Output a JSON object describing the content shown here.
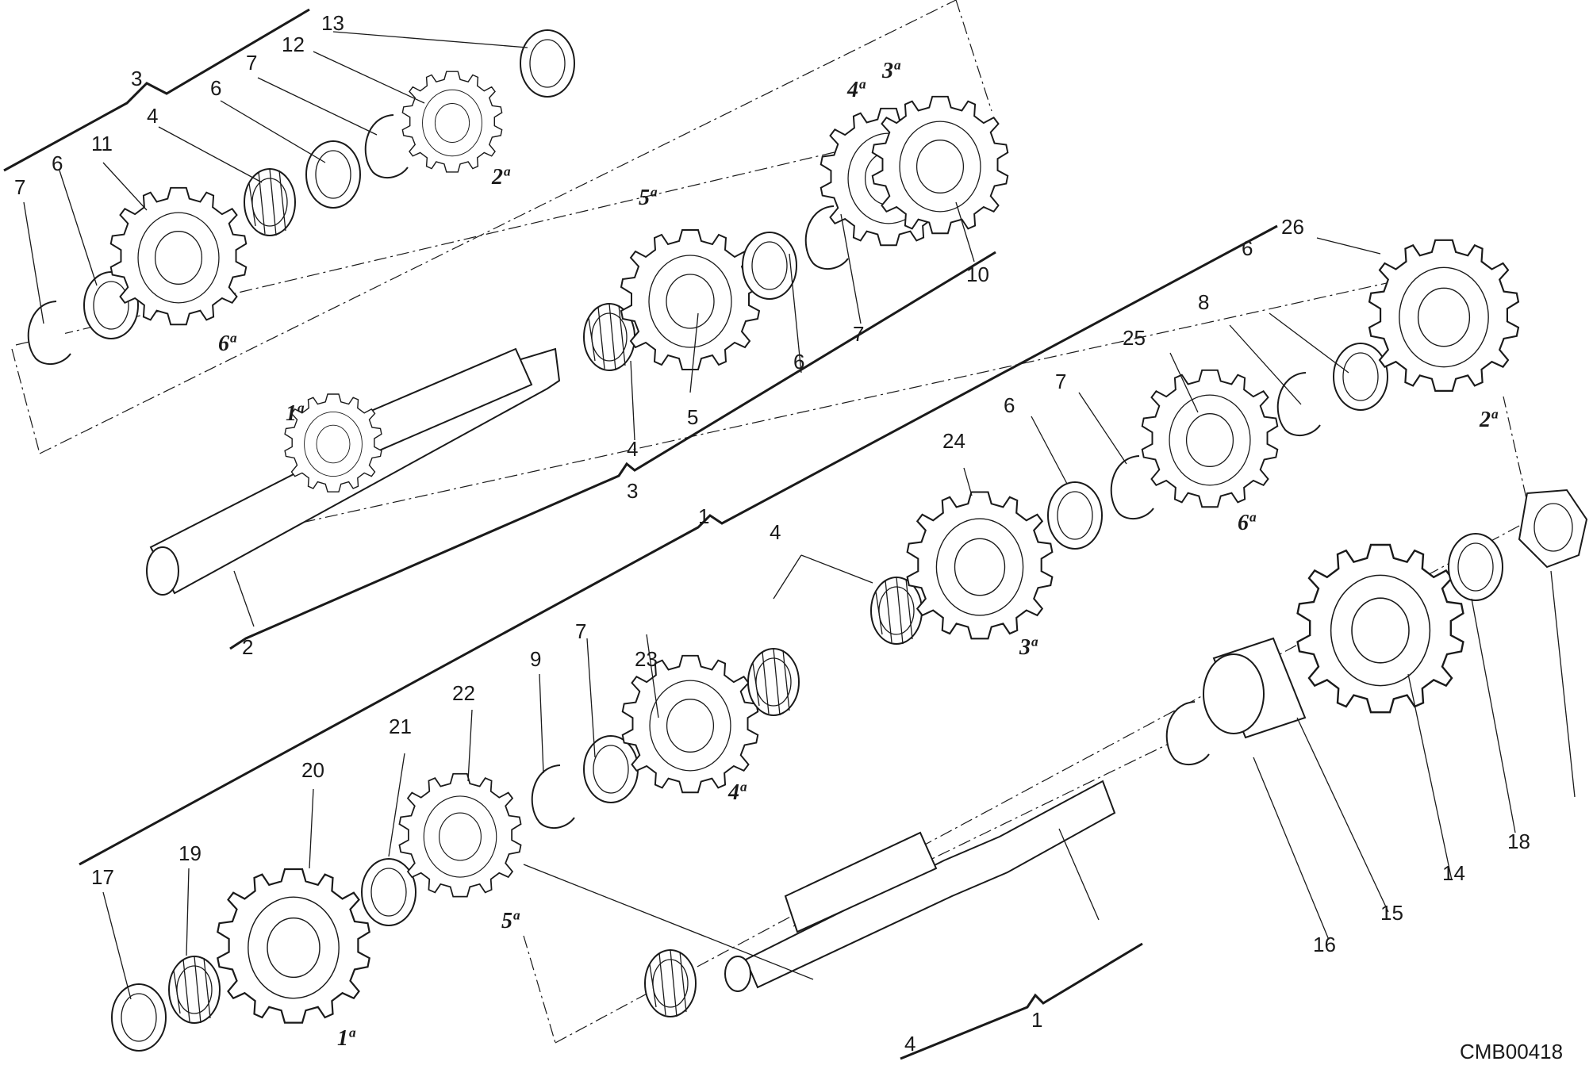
{
  "diagram_code": "CMB00418",
  "callouts": [
    "1",
    "1",
    "2",
    "3",
    "3",
    "4",
    "4",
    "4",
    "4",
    "5",
    "6",
    "6",
    "6",
    "6",
    "6",
    "7",
    "7",
    "7",
    "7",
    "7",
    "8",
    "9",
    "10",
    "11",
    "12",
    "13",
    "14",
    "15",
    "16",
    "17",
    "18",
    "19",
    "20",
    "21",
    "22",
    "23",
    "24",
    "25",
    "26"
  ],
  "gear_labels": [
    "1ª",
    "2ª",
    "3ª",
    "4ª",
    "5ª",
    "6ª",
    "1ª",
    "2ª",
    "3ª",
    "4ª",
    "5ª",
    "6ª"
  ]
}
